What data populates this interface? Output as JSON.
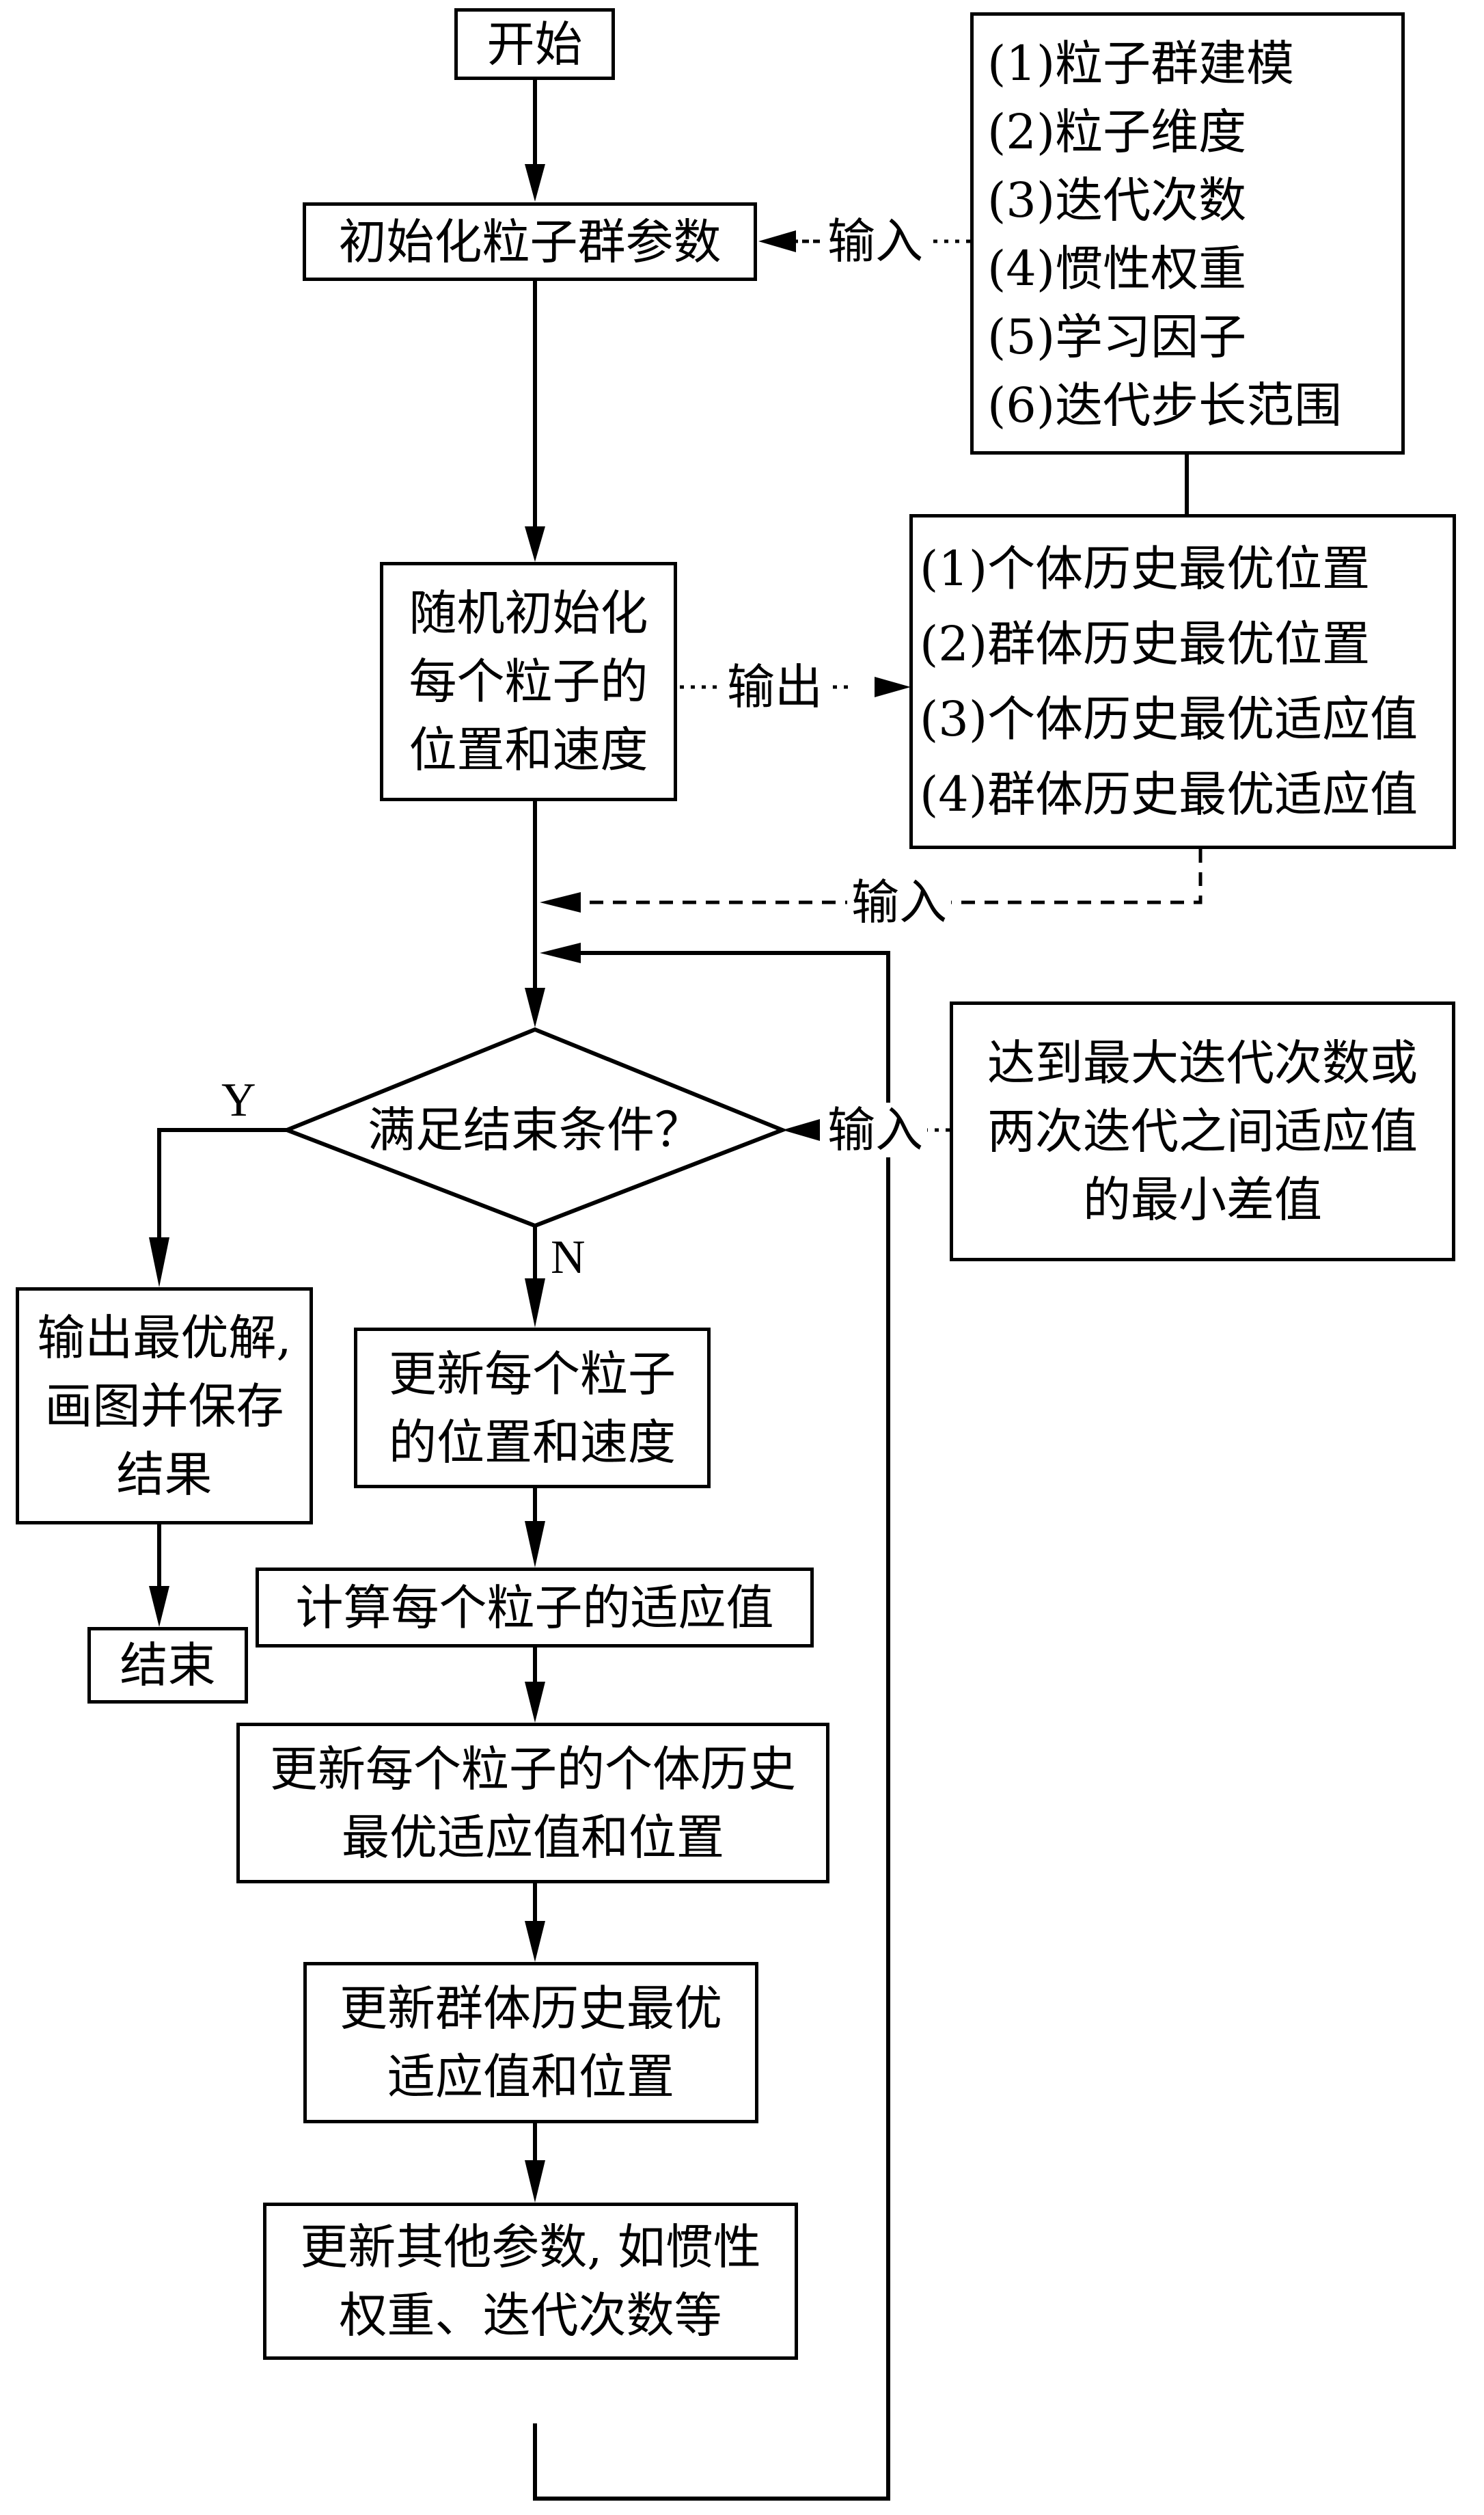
{
  "flowchart": {
    "start": "开始",
    "init_params": "初始化粒子群参数",
    "param_list": [
      "(1)粒子群建模",
      "(2)粒子维度",
      "(3)迭代次数",
      "(4)惯性权重",
      "(5)学习因子",
      "(6)迭代步长范围"
    ],
    "random_init": [
      "随机初始化",
      "每个粒子的",
      "位置和速度"
    ],
    "output_list": [
      "(1)个体历史最优位置",
      "(2)群体历史最优位置",
      "(3)个体历史最优适应值",
      "(4)群体历史最优适应值"
    ],
    "decision": "满足结束条件？",
    "condition": [
      "达到最大迭代次数或",
      "两次迭代之间适应值",
      "的最小差值"
    ],
    "yes_label": "Y",
    "no_label": "N",
    "output_best": [
      "输出最优解,",
      "画图并保存",
      "结果"
    ],
    "end": "结束",
    "update_pos_vel": [
      "更新每个粒子",
      "的位置和速度"
    ],
    "calc_fitness": "计算每个粒子的适应值",
    "update_personal": [
      "更新每个粒子的个体历史",
      "最优适应值和位置"
    ],
    "update_global": [
      "更新群体历史最优",
      "适应值和位置"
    ],
    "update_others": [
      "更新其他参数, 如惯性",
      "权重、迭代次数等"
    ],
    "edge_labels": {
      "input_params": "输入",
      "output_init": "输出",
      "input_history": "输入",
      "input_condition": "输入"
    }
  }
}
